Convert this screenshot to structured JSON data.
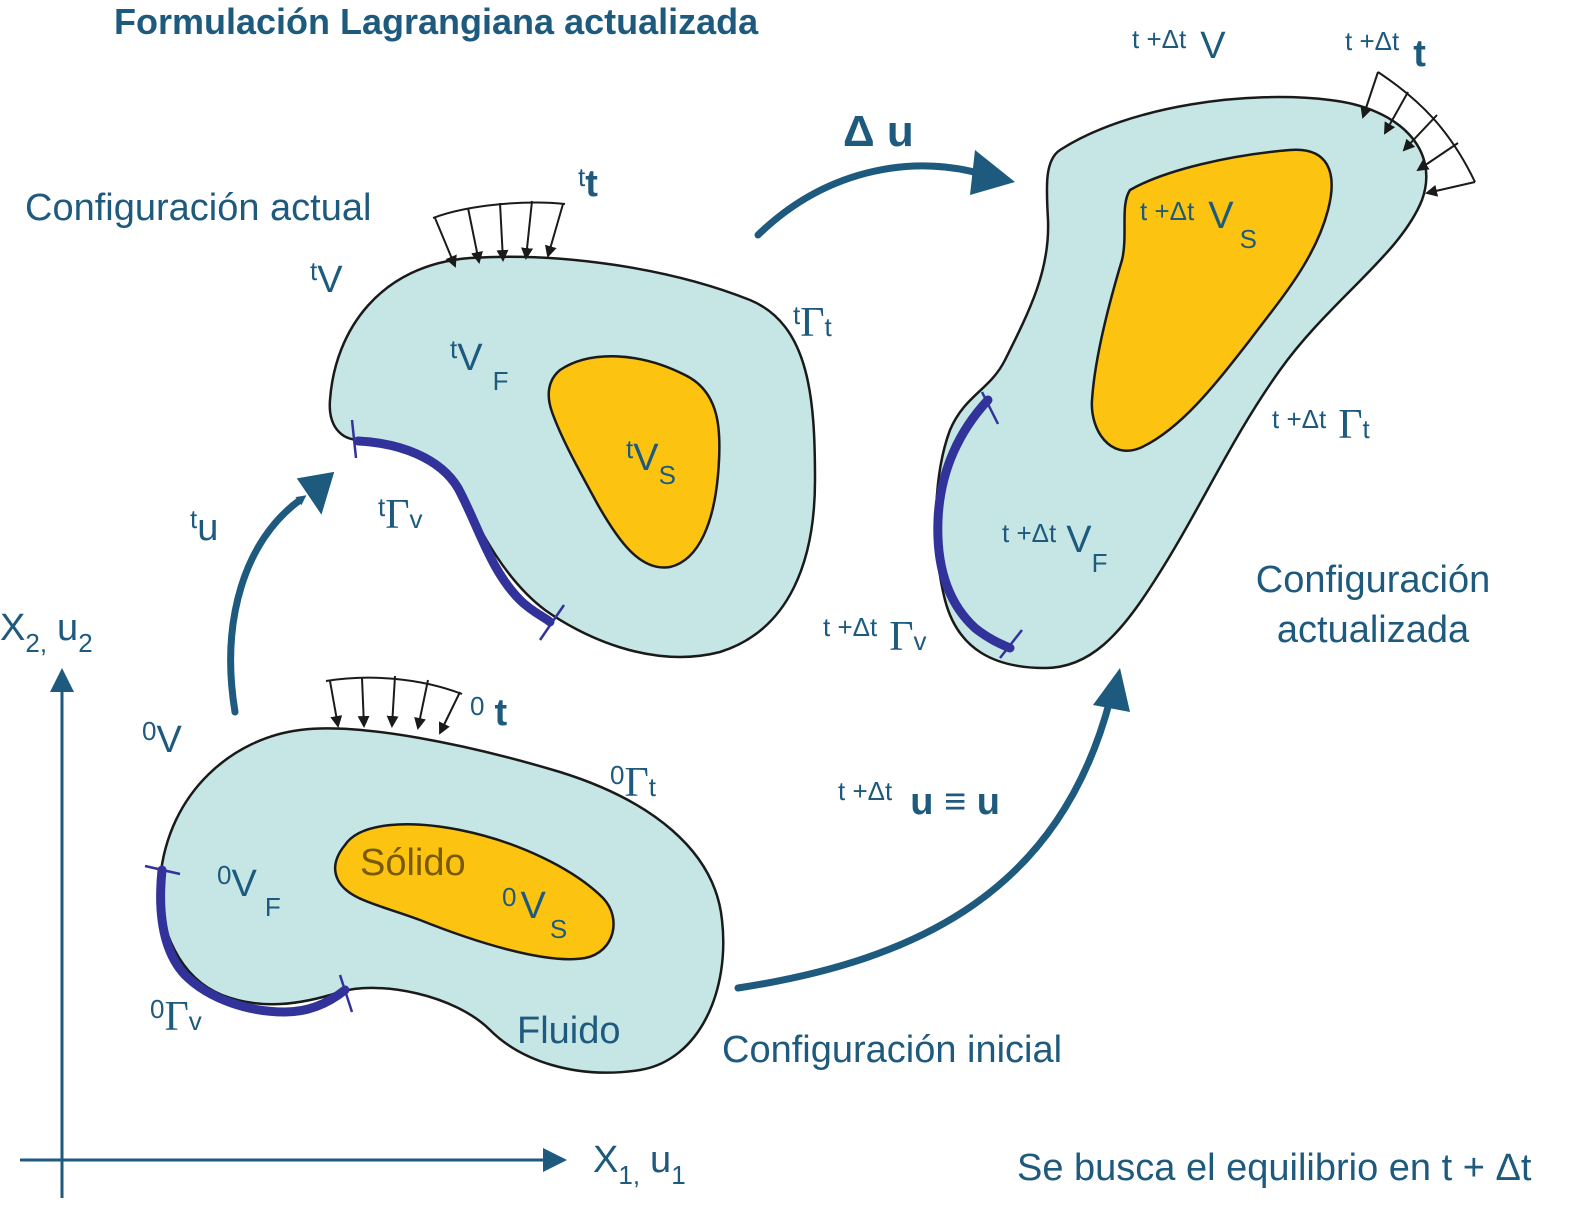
{
  "title": "Formulación Lagrangiana actualizada",
  "colors": {
    "text": "#1d5a7e",
    "fluid": "#c6e6e6",
    "solid": "#fcc410",
    "boundary_v": "#31339a",
    "arrow": "#1d5a7e"
  },
  "axes": {
    "vertical_label": "X",
    "vertical_sub_a": "2,",
    "vertical_var": "u",
    "vertical_sub_b": "2",
    "horizontal_label": "X",
    "horizontal_sub_a": "1,",
    "horizontal_var": "u",
    "horizontal_sub_b": "1"
  },
  "initial": {
    "caption": "Configuración inicial",
    "volume_sup": "0",
    "volume": "V",
    "fluid_sup": "0",
    "fluid": "V",
    "fluid_sub": "F",
    "solid_word": "Sólido",
    "solid_sup": "0",
    "solid": "V",
    "solid_sub": "S",
    "fluid_word": "Fluido",
    "gamma_t_sup": "0",
    "gamma_t": "Γ",
    "gamma_t_sub": "t",
    "gamma_v_sup": "0",
    "gamma_v": "Γ",
    "gamma_v_sub": "v",
    "traction_sup": "0",
    "traction": "t"
  },
  "current": {
    "caption": "Configuración actual",
    "volume_sup": "t",
    "volume": "V",
    "fluid_sup": "t",
    "fluid": "V",
    "fluid_sub": "F",
    "solid_sup": "t",
    "solid": "V",
    "solid_sub": "S",
    "gamma_t_sup": "t",
    "gamma_t": "Γ",
    "gamma_t_sub": "t",
    "gamma_v_sup": "t",
    "gamma_v": "Γ",
    "gamma_v_sub": "v",
    "traction_sup": "t",
    "traction": "t",
    "disp_sup": "t",
    "disp": "u"
  },
  "updated": {
    "caption_line1": "Configuración",
    "caption_line2": "actualizada",
    "prefix": "t +Δt",
    "volume": "V",
    "traction": "t",
    "solid": "V",
    "solid_sub": "S",
    "fluid": "V",
    "fluid_sub": "F",
    "gamma_t": "Γ",
    "gamma_t_sub": "t",
    "gamma_v": "Γ",
    "gamma_v_sub": "v",
    "delta_u": "Δ u",
    "disp_relation": "u ≡ u"
  },
  "footer": "Se busca el equilibrio en t + Δt"
}
